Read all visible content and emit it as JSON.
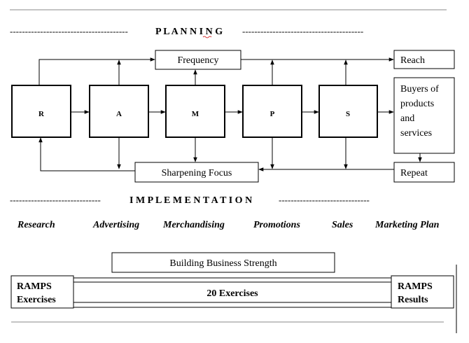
{
  "planning_header": {
    "dashes_left": "---------------------------------------",
    "label": "P L A N N I N G",
    "dashes_right": "----------------------------------------"
  },
  "implementation_header": {
    "dashes_left": "------------------------------",
    "label": "I  M P L E M E N T A T I O N",
    "dashes_right": "------------------------------"
  },
  "ramps_boxes": [
    "R",
    "A",
    "M",
    "P",
    "S"
  ],
  "frequency_label": "Frequency",
  "sharpening_label": "Sharpening Focus",
  "reach_label": "Reach",
  "buyers_lines": [
    "Buyers of",
    "products",
    "and",
    "services"
  ],
  "repeat_label": "Repeat",
  "implementation_items": [
    "Research",
    "Advertising",
    "Merchandising",
    "Promotions",
    "Sales",
    "Marketing Plan"
  ],
  "building_label": "Building Business Strength",
  "ramps_exercises": [
    "RAMPS",
    "Exercises"
  ],
  "exercises_label": "20 Exercises",
  "ramps_results": [
    "RAMPS",
    "Results"
  ]
}
